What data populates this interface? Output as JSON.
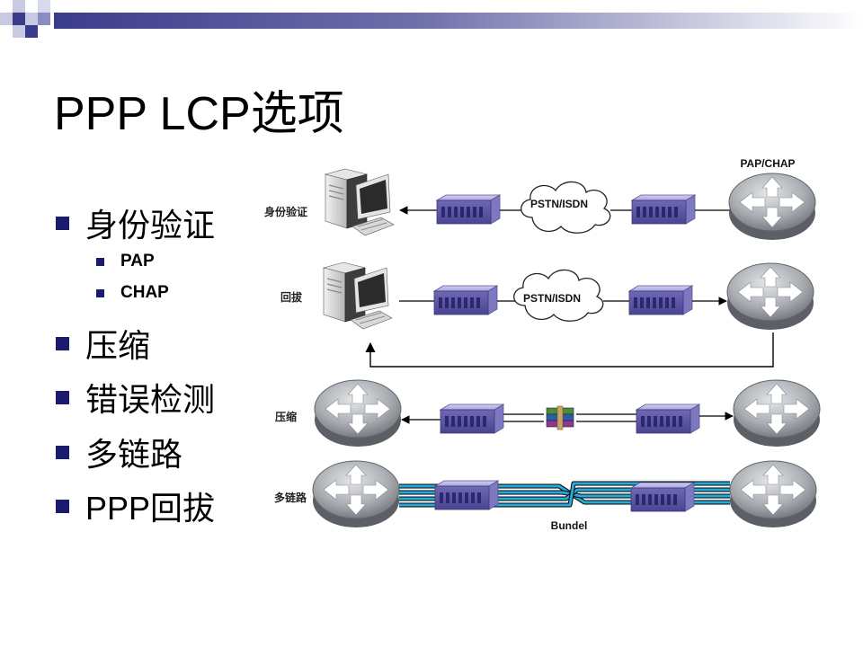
{
  "slide": {
    "title": "PPP LCP选项",
    "bullets": [
      {
        "text": "身份验证",
        "sub": [
          "PAP",
          "CHAP"
        ]
      },
      {
        "text": "压缩"
      },
      {
        "text": "错误检测"
      },
      {
        "text": "多链路"
      },
      {
        "text": "PPP回拔"
      }
    ]
  },
  "diagram": {
    "rows": [
      {
        "label": "身份验证",
        "cloud": "PSTN/ISDN",
        "top_label": "PAP/CHAP"
      },
      {
        "label": "回拔",
        "cloud": "PSTN/ISDN"
      },
      {
        "label": "压缩"
      },
      {
        "label": "多链路",
        "link_label": "Bundel"
      }
    ]
  },
  "colors": {
    "bullet": "#1a1a6e",
    "header_gradient_start": "#3b3b8c",
    "link_cyan": "#29a9d8",
    "device_purple": "#8b85c6"
  },
  "icons": [
    "computer-tower-icon",
    "monitor-icon",
    "modem-icon",
    "cloud-icon",
    "router-icon",
    "archive-icon",
    "arrow-icon"
  ]
}
